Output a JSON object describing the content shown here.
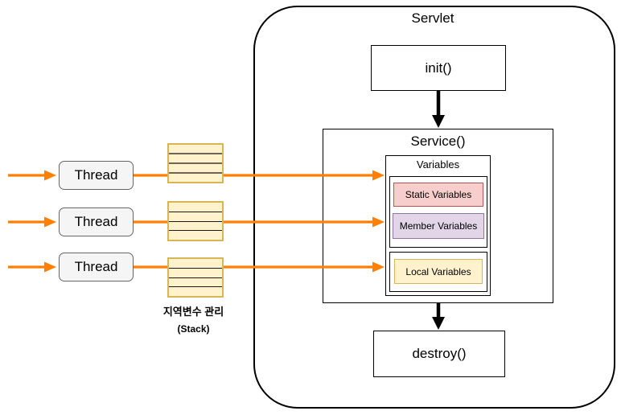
{
  "diagram": {
    "title": "Servlet",
    "lifecycle": {
      "init": "init()",
      "service": "Service()",
      "destroy": "destroy()"
    },
    "variables": {
      "title": "Variables",
      "static": "Static Variables",
      "member": "Member Variables",
      "local": "Local Variables"
    },
    "threads": [
      {
        "label": "Thread"
      },
      {
        "label": "Thread"
      },
      {
        "label": "Thread"
      }
    ],
    "stack_caption": {
      "line1": "지역변수 관리",
      "line2": "(Stack)"
    },
    "colors": {
      "arrow_orange": "#FF8000",
      "arrow_black": "#000000",
      "static_fill": "#F8CECC",
      "static_border": "#B85450",
      "member_fill": "#E1D5E7",
      "member_border": "#9673A6",
      "local_fill": "#FFF2CC",
      "local_border": "#D6B656",
      "stack_fill": "#FFF2CC",
      "stack_border": "#D6B656",
      "thread_fill": "#F5F5F5",
      "thread_border": "#666666"
    }
  }
}
